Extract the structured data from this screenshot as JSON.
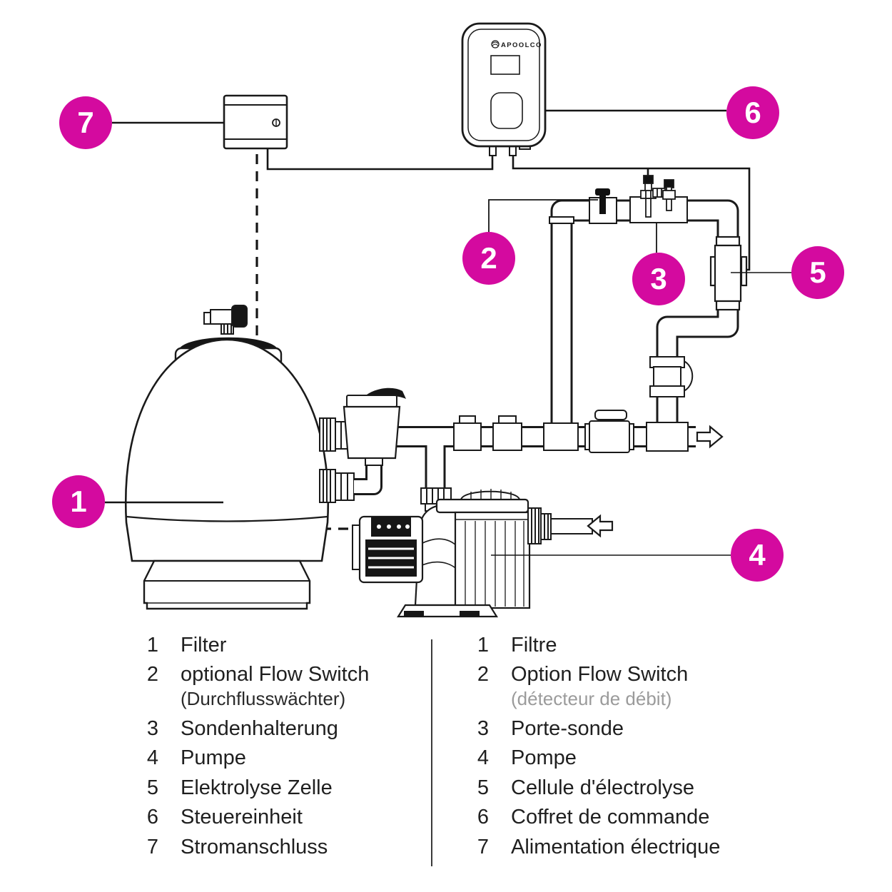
{
  "accent_color": "#d40a9f",
  "line_color": "#1a1a1a",
  "device": {
    "brand": "APOOLCO"
  },
  "callouts": [
    "1",
    "2",
    "3",
    "4",
    "5",
    "6",
    "7"
  ],
  "flow_icons": {
    "outlet": "right-arrow",
    "inlet": "left-arrow"
  },
  "legend": {
    "german": {
      "items": [
        {
          "num": "1",
          "label": "Filter"
        },
        {
          "num": "2",
          "label": "optional Flow Switch",
          "sub": "(Durchflusswächter)"
        },
        {
          "num": "3",
          "label": "Sondenhalterung"
        },
        {
          "num": "4",
          "label": "Pumpe"
        },
        {
          "num": "5",
          "label": "Elektrolyse Zelle"
        },
        {
          "num": "6",
          "label": "Steuereinheit"
        },
        {
          "num": "7",
          "label": "Stromanschluss"
        }
      ]
    },
    "french": {
      "items": [
        {
          "num": "1",
          "label": "Filtre"
        },
        {
          "num": "2",
          "label": "Option Flow Switch",
          "sub": "(détecteur de débit)"
        },
        {
          "num": "3",
          "label": "Porte-sonde"
        },
        {
          "num": "4",
          "label": "Pompe"
        },
        {
          "num": "5",
          "label": "Cellule d'électrolyse"
        },
        {
          "num": "6",
          "label": "Coffret de commande"
        },
        {
          "num": "7",
          "label": "Alimentation électrique"
        }
      ]
    }
  }
}
